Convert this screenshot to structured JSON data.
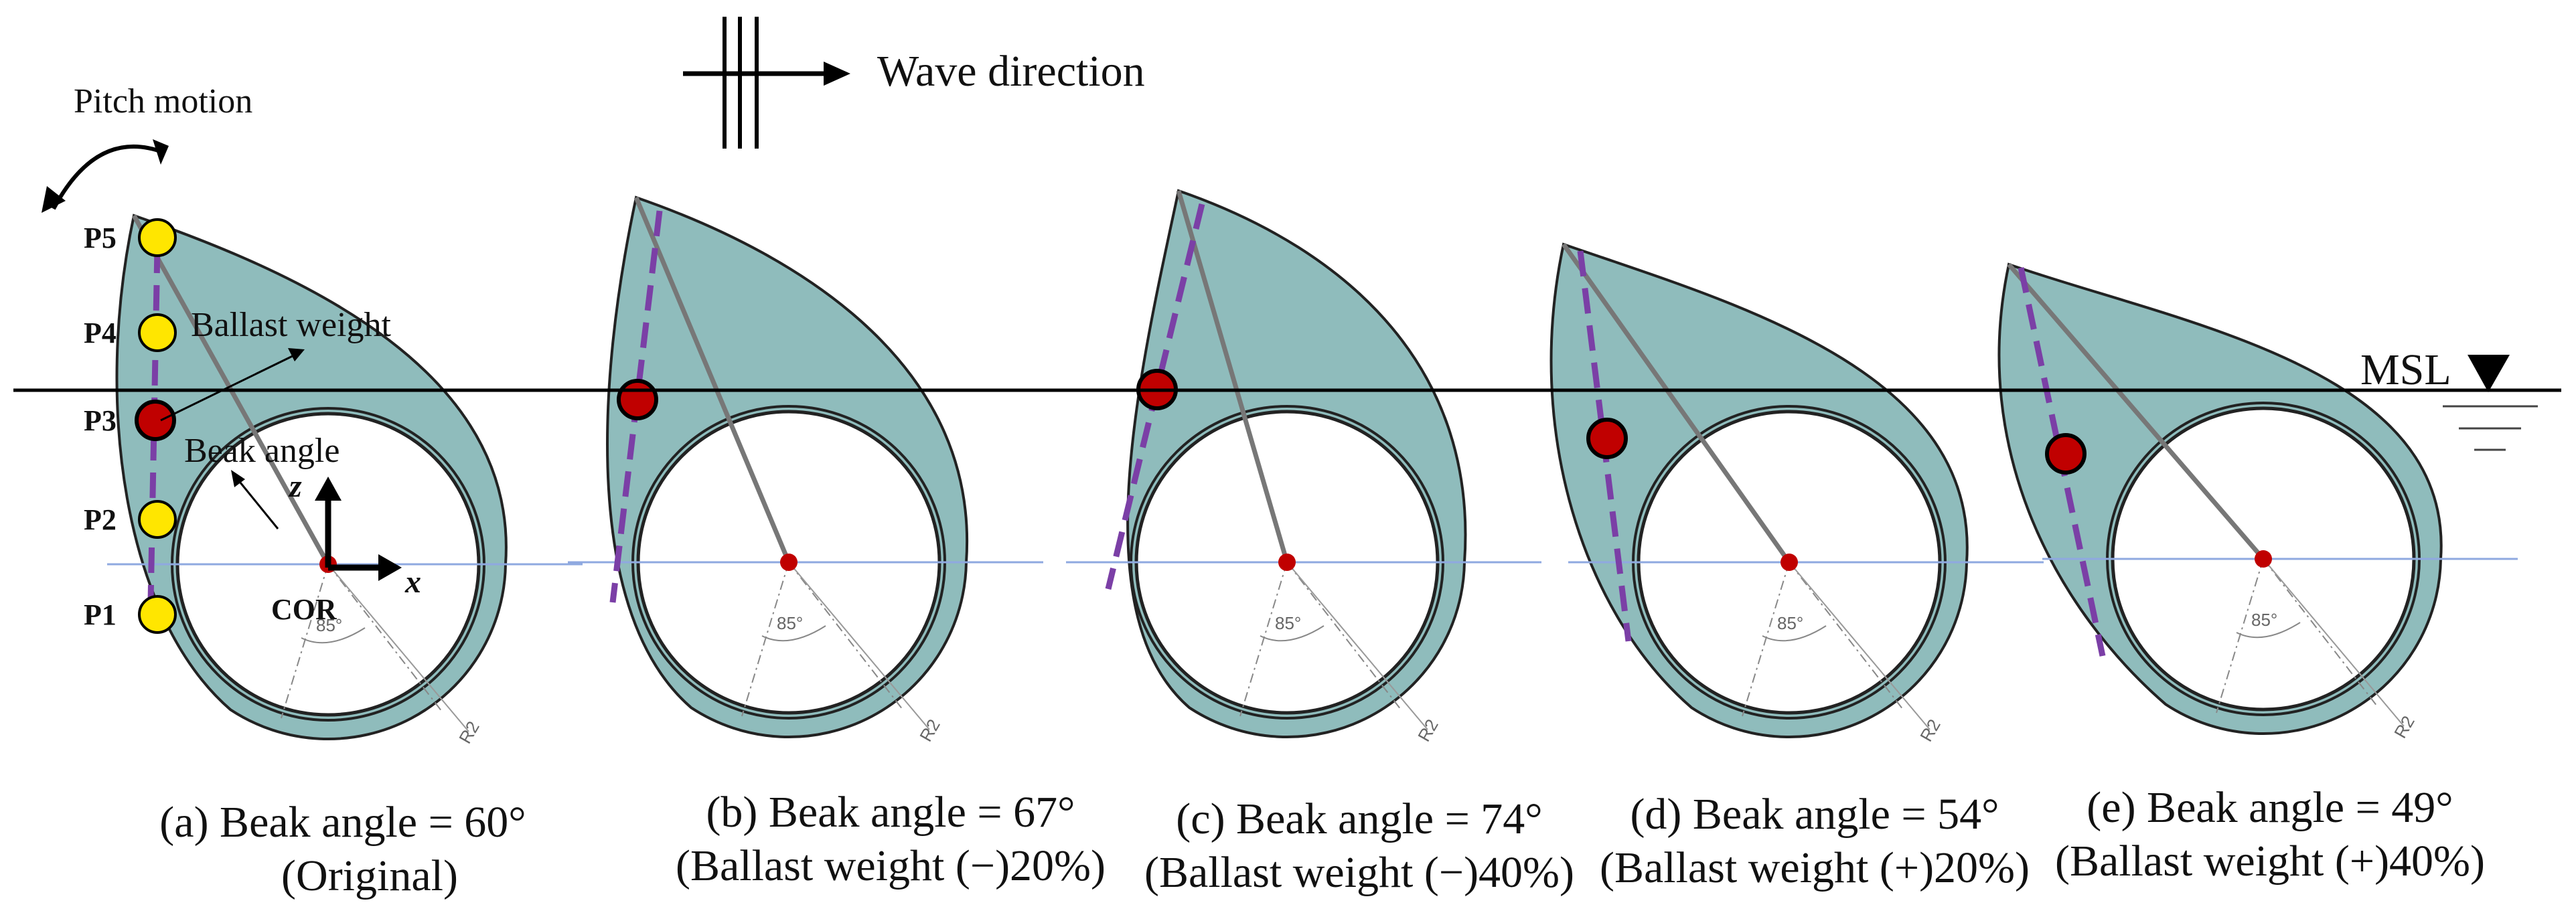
{
  "header": {
    "wave_direction": "Wave direction",
    "msl": "MSL"
  },
  "legend_labels": {
    "pitch_motion": "Pitch motion",
    "ballast_weight": "Ballast weight",
    "beak_angle": "Beak angle",
    "z_axis": "z",
    "x_axis": "x",
    "cor": "COR"
  },
  "positions": [
    "P5",
    "P4",
    "P3",
    "P2",
    "P1"
  ],
  "dimensions": {
    "angle": "85°",
    "radius": "R2"
  },
  "panels": [
    {
      "caption": "(a)  Beak angle = 60°",
      "subcaption": "(Original)"
    },
    {
      "caption": "(b) Beak angle = 67°",
      "subcaption": "(Ballast weight (−)20%)"
    },
    {
      "caption": "(c) Beak angle = 74°",
      "subcaption": "(Ballast weight (−)40%)"
    },
    {
      "caption": "(d) Beak angle = 54°",
      "subcaption": "(Ballast weight (+)20%)"
    },
    {
      "caption": "(e) Beak angle = 49°",
      "subcaption": "(Ballast weight (+)40%)"
    }
  ],
  "colors": {
    "hull": "#8fbcbc",
    "ballast_line": "#7b3fa6",
    "ballast_mass": "#c00000",
    "position_marker": "#ffe600",
    "waterline": "#000000",
    "axis_line": "#8fa9e0"
  }
}
